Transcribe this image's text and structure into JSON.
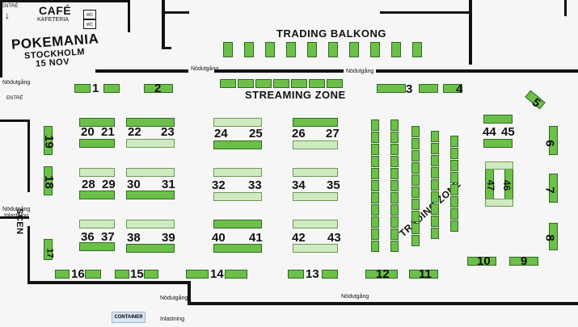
{
  "header": {
    "cafe": "CAFÉ",
    "kafeteria": "KAFETERIA",
    "entre_top": "ENTRÉ",
    "wc": "WC",
    "event_title": "POKEMANIA",
    "city": "STOCKHOLM",
    "date": "15 NOV"
  },
  "zones": {
    "trading_balkong": "TRADING BALKONG",
    "streaming_zone": "STREAMING ZONE",
    "trading_zone": "TRADING ZONE",
    "scen": "SCEN"
  },
  "labels": {
    "nodutgang": "Nödutgång",
    "entre_left": "ENTRÉ",
    "nodutgang_inlastning": "Nödutgång",
    "inlastning": "Inlastning",
    "container": "CONTAINER",
    "nodutgang_bottom": "Nödutgång",
    "inlastning_bottom": "Inlastning"
  },
  "booths": [
    "1",
    "2",
    "3",
    "4",
    "5",
    "6",
    "7",
    "8",
    "9",
    "10",
    "11",
    "12",
    "13",
    "14",
    "15",
    "16",
    "17",
    "18",
    "19",
    "20",
    "21",
    "22",
    "23",
    "24",
    "25",
    "26",
    "27",
    "28",
    "29",
    "30",
    "31",
    "32",
    "33",
    "34",
    "35",
    "36",
    "37",
    "38",
    "39",
    "40",
    "41",
    "42",
    "43",
    "44",
    "45",
    "46",
    "47"
  ],
  "colors": {
    "table": "#6cc04a",
    "table_light": "#cfeac0",
    "wall": "#111111"
  }
}
